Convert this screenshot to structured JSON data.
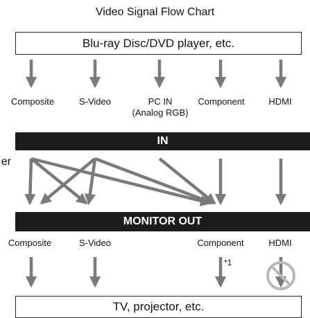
{
  "title": "Video Signal Flow Chart",
  "source_box": "Blu-ray Disc/DVD player, etc.",
  "inputs": [
    "Composite",
    "S-Video",
    "PC IN",
    "(Analog RGB)",
    "Component",
    "HDMI"
  ],
  "in_bar": "IN",
  "monitor_bar": "MONITOR OUT",
  "outputs": [
    "Composite",
    "S-Video",
    "Component",
    "HDMI"
  ],
  "footnote": "*1",
  "output_box": "TV, projector, etc.",
  "edge_fragment": "er",
  "colors": {
    "arrow": "#7a7a7a",
    "bar": "#1c1c1c",
    "prohibit": "#b8b8b8"
  },
  "icons": {
    "prohibited": "no-sign-icon"
  }
}
